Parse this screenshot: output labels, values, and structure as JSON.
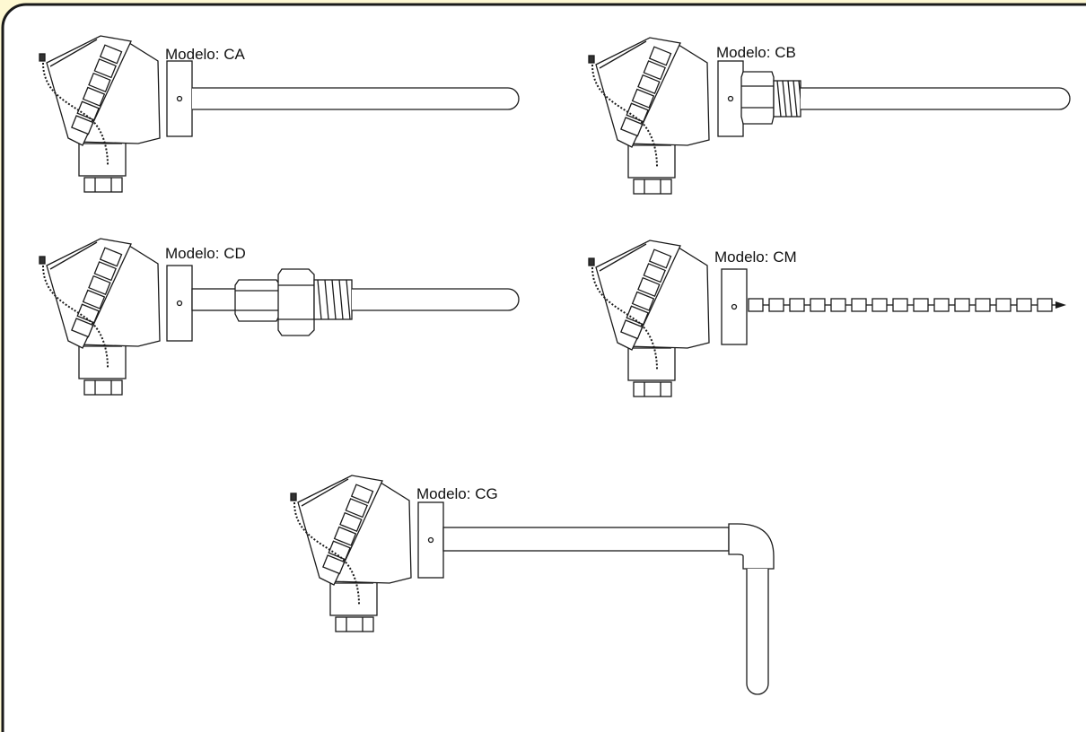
{
  "colors": {
    "background": "#fef8d2",
    "panel": "#ffffff",
    "stroke": "#1a1a1a"
  },
  "models": [
    {
      "id": "ca",
      "label": "Modelo: CA"
    },
    {
      "id": "cb",
      "label": "Modelo: CB"
    },
    {
      "id": "cd",
      "label": "Modelo: CD"
    },
    {
      "id": "cm",
      "label": "Modelo: CM"
    },
    {
      "id": "cg",
      "label": "Modelo: CG"
    }
  ]
}
